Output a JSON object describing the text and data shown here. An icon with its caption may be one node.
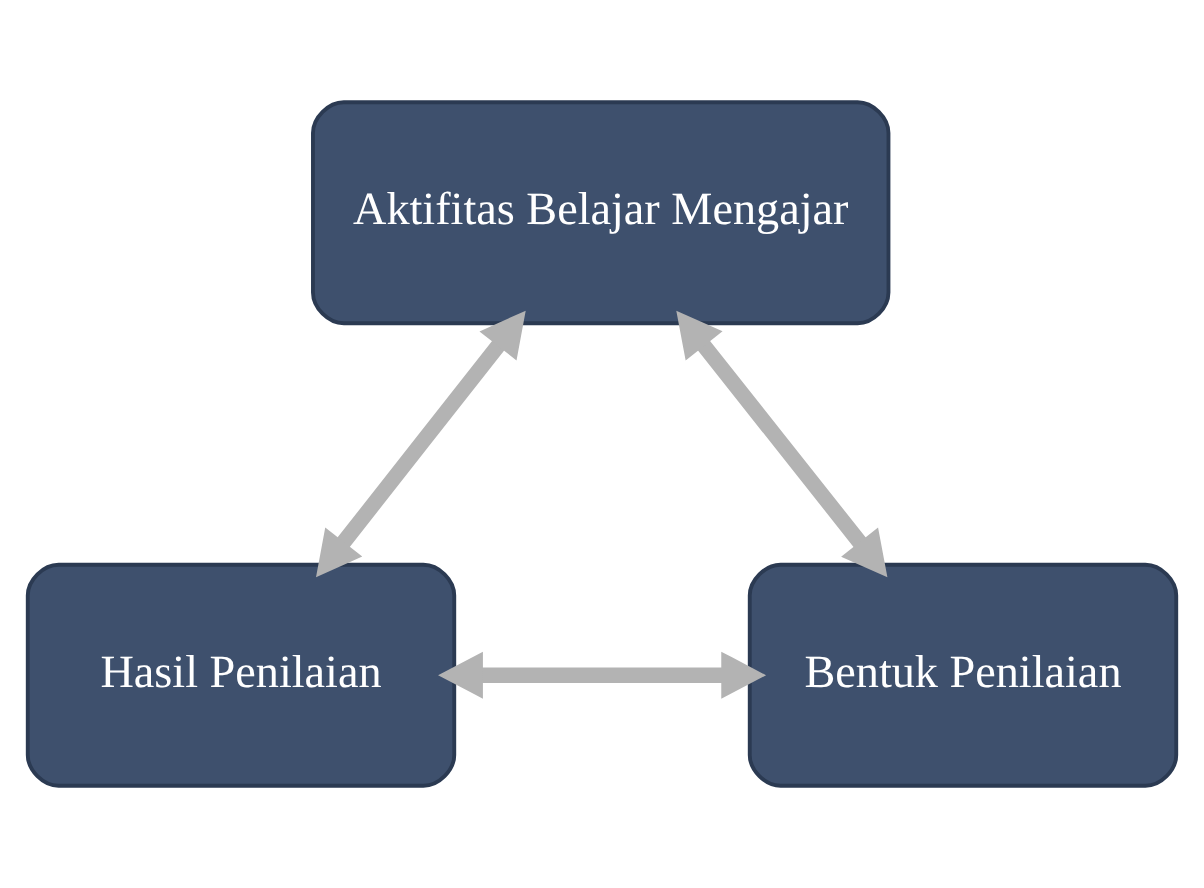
{
  "diagram": {
    "nodes": [
      {
        "text": [
          "Aktifitas Belajar Mengajar"
        ]
      },
      {
        "text": [
          "Hasil Penilaian"
        ]
      },
      {
        "text": [
          "Bentuk Penilaian"
        ]
      }
    ],
    "edges": [
      {
        "from": 0,
        "to": 1,
        "arrow": "both"
      },
      {
        "from": 0,
        "to": 2,
        "arrow": "both"
      },
      {
        "from": 1,
        "to": 2,
        "arrow": "both"
      }
    ]
  }
}
